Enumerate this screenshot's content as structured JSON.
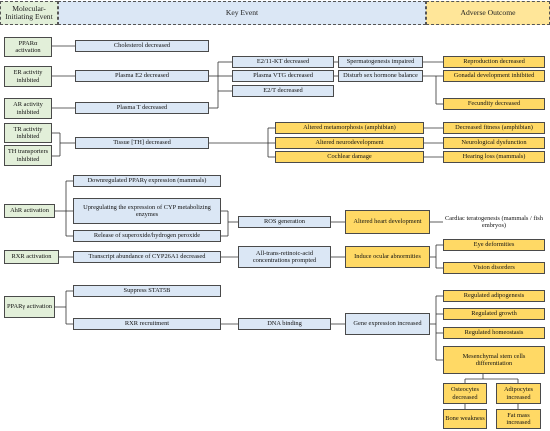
{
  "headers": {
    "mie": "Molecular-Initiating Event",
    "ke": "Key Event",
    "ao": "Adverse Outcome"
  },
  "mie": {
    "ppara": "PPARα activation",
    "er": "ER activity inhibited",
    "ar": "AR activity inhibited",
    "tr": "TR activity inhibited",
    "th": "TH transporters inhibited",
    "ahr": "AhR activation",
    "rxr": "RXR activation",
    "pparg": "PPARγ activation"
  },
  "ke": {
    "cholesterol": "Cholesterol decreased",
    "e2_11kt": "E2/11-KT decreased",
    "plasma_e2": "Plasma E2 decreased",
    "plasma_vtg": "Plasma VTG decreased",
    "e2_t": "E2/T decreased",
    "spermatogenesis": "Spermatogenesis impaired",
    "sex_hormone": "Disturb sex hormone balance",
    "plasma_t": "Plasma T decreased",
    "tissue_th": "Tissue [TH] decreased",
    "metamorphosis": "Altered metamorphosis (amphibian)",
    "neurodevelopment": "Altered neurodevelopment",
    "cochlear": "Cochlear damage",
    "pparg_expr": "Downregulated PPARγ expression (mammals)",
    "cyp_upreg": "Upregulating the expression of CYP metabolizing enzymes",
    "superoxide": "Release of superoxide/hydrogen peroxide",
    "ros": "ROS generation",
    "cyp26a1": "Transcript abundance of CYP26A1 decreased",
    "retinoic": "All-trans-retinoic-acid concentrations prompted",
    "stat5b": "Suppress STAT5B",
    "rxr_recruit": "RXR recruitment",
    "dna_binding": "DNA binding",
    "gene_expr": "Gene expression increased"
  },
  "ao": {
    "reproduction": "Reproduction decreased",
    "gonadal": "Gonadal development inhibited",
    "fecundity": "Fecundity decreased",
    "fitness": "Decreased fitness (amphibian)",
    "neuro_dys": "Neurological dysfunction",
    "hearing": "Hearing loss (mammals)",
    "heart": "Altered heart development",
    "cardiac": "Cardiac teratogenesis (mammals / fish embryos)",
    "ocular": "Induce ocular abnormities",
    "eye_deform": "Eye deformities",
    "vision": "Vision disorders",
    "adipogenesis": "Regulated adipogenesis",
    "growth": "Regulated  growth",
    "homeostasis": "Regulated homeostasis",
    "msc": "Mesenchymal stem cells differentiation",
    "osteocytes": "Osteocytes decreased",
    "adipocytes": "Adipocytes increased",
    "bone": "Bone weakness",
    "fat": "Fat mass increased"
  },
  "colors": {
    "mie_fill": "#e2efd9",
    "ke_fill": "#dbe7f5",
    "ao_fill": "#ffd965",
    "border": "#4a4a4a"
  }
}
